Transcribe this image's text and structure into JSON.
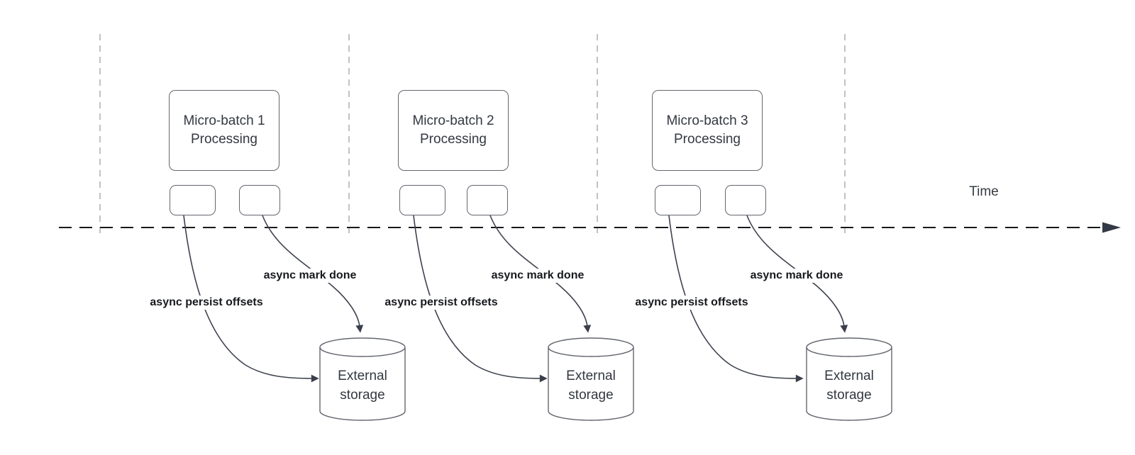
{
  "diagram": {
    "time_axis_label": "Time",
    "groups": [
      {
        "box_line1": "Micro-batch 1",
        "box_line2": "Processing",
        "persist_label": "async persist offsets",
        "done_label": "async mark done",
        "storage_line1": "External",
        "storage_line2": "storage"
      },
      {
        "box_line1": "Micro-batch 2",
        "box_line2": "Processing",
        "persist_label": "async persist offsets",
        "done_label": "async mark done",
        "storage_line1": "External",
        "storage_line2": "storage"
      },
      {
        "box_line1": "Micro-batch 3",
        "box_line2": "Processing",
        "persist_label": "async persist offsets",
        "done_label": "async mark done",
        "storage_line1": "External",
        "storage_line2": "storage"
      }
    ],
    "colors": {
      "node_stroke": "#63676e",
      "node_text": "#333841",
      "arrow_stroke": "#3e434e",
      "bold_label_text": "#17191d",
      "timeline_stroke": "#17191d",
      "guide_line": "#aeaeae",
      "background": "#ffffff"
    }
  }
}
